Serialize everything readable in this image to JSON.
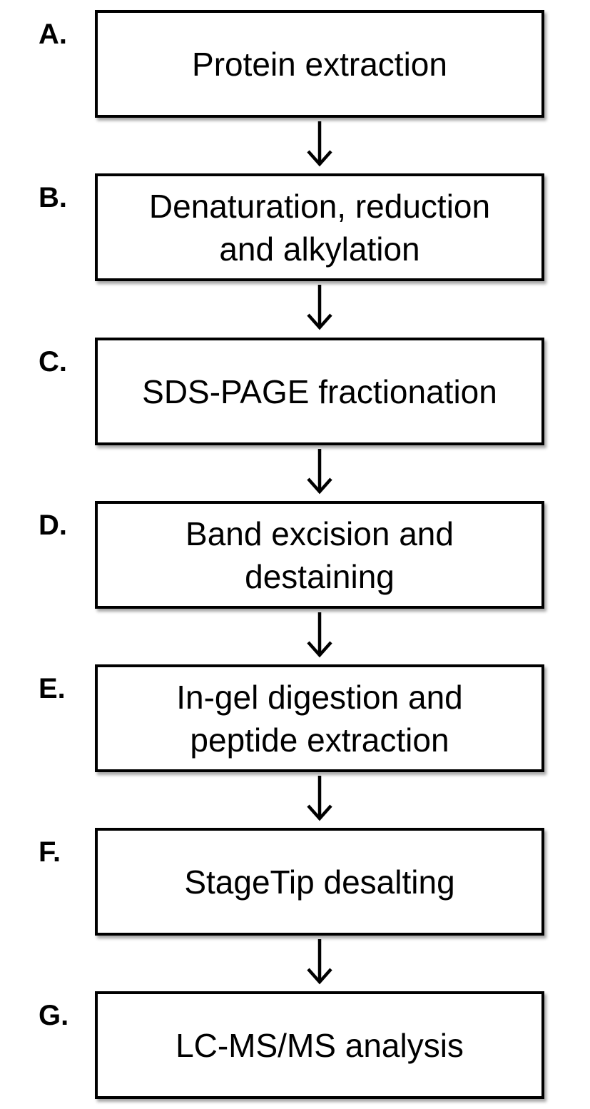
{
  "steps": [
    {
      "letter": "A.",
      "text": "Protein extraction"
    },
    {
      "letter": "B.",
      "text": "Denaturation, reduction\nand alkylation"
    },
    {
      "letter": "C.",
      "text": "SDS-PAGE fractionation"
    },
    {
      "letter": "D.",
      "text": "Band excision and\ndestaining"
    },
    {
      "letter": "E.",
      "text": "In-gel digestion and\npeptide extraction"
    },
    {
      "letter": "F.",
      "text": "StageTip desalting"
    },
    {
      "letter": "G.",
      "text": "LC-MS/MS analysis"
    }
  ]
}
